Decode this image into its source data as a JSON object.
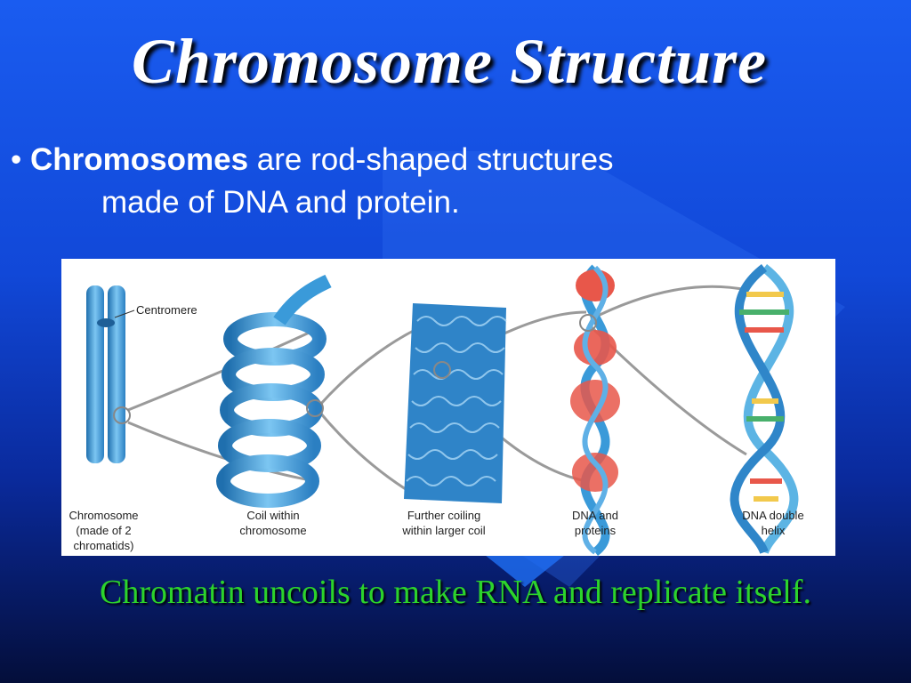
{
  "slide": {
    "title": "Chromosome Structure",
    "bullet": {
      "marker": "•",
      "bold": "Chromosomes",
      "rest": " are rod-shaped structures",
      "line2": "made of DNA and protein."
    },
    "footer": "Chromatin uncoils to make RNA and replicate itself."
  },
  "figure": {
    "callout": "Centromere",
    "captions": [
      {
        "line1": "Chromosome",
        "line2": "(made of 2",
        "line3": "chromatids)"
      },
      {
        "line1": "Coil within",
        "line2": "chromosome"
      },
      {
        "line1": "Further coiling",
        "line2": "within larger coil"
      },
      {
        "line1": "DNA and",
        "line2": "proteins"
      },
      {
        "line1": "DNA double",
        "line2": "helix"
      }
    ]
  },
  "colors": {
    "title": "#ffffff",
    "footer": "#2cd32c",
    "chromatin_blue": "#3a9ad9",
    "histone_red": "#e8574a"
  }
}
